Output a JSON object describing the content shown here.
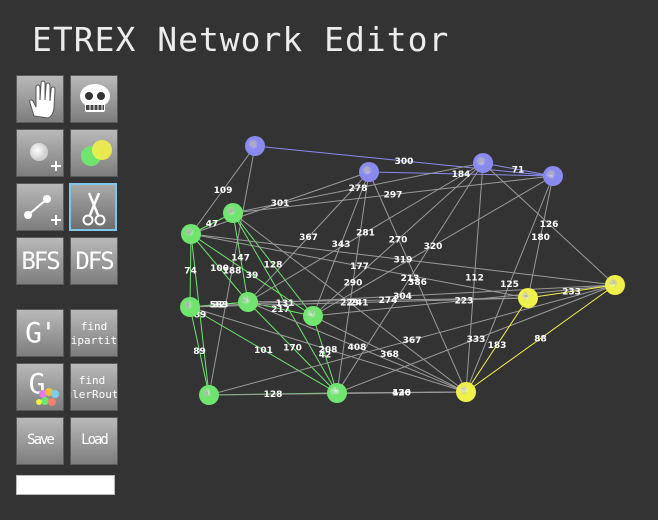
{
  "app": {
    "title": "ETREX Network Editor"
  },
  "toolbar": {
    "hand_tool": {
      "icon": "hand-icon"
    },
    "delete_tool": {
      "icon": "skull-icon"
    },
    "add_node_tool": {
      "icon": "add-node-icon"
    },
    "group_nodes_tool": {
      "icon": "colored-nodes-icon"
    },
    "add_edge_tool": {
      "icon": "add-edge-icon"
    },
    "cut_edge_tool": {
      "icon": "scissors-icon",
      "selected": true
    },
    "bfs_label": "BFS",
    "dfs_label": "DFS",
    "complement_label": "G'",
    "bipartite_label": "find\nBipartite",
    "coloring_label": "G",
    "euler_label": "find\nEulerRoute",
    "save_label": "Save",
    "load_label": "Load"
  },
  "name_input": {
    "value": "",
    "placeholder": ""
  },
  "graph": {
    "colors": {
      "blue": "#8a8aee",
      "green": "#6fe56f",
      "yellow": "#f0f04a",
      "gray_edge": "#9a9a9a"
    },
    "nodes": [
      {
        "id": "b1",
        "group": "blue"
      },
      {
        "id": "b2",
        "group": "blue"
      },
      {
        "id": "b3",
        "group": "blue"
      },
      {
        "id": "b4",
        "group": "blue"
      },
      {
        "id": "g1",
        "group": "green"
      },
      {
        "id": "g2",
        "group": "green"
      },
      {
        "id": "g3",
        "group": "green"
      },
      {
        "id": "g4",
        "group": "green"
      },
      {
        "id": "g5",
        "group": "green"
      },
      {
        "id": "g6",
        "group": "green"
      },
      {
        "id": "g7",
        "group": "green"
      },
      {
        "id": "y1",
        "group": "yellow"
      },
      {
        "id": "y2",
        "group": "yellow"
      },
      {
        "id": "y3",
        "group": "yellow"
      }
    ],
    "edges": [
      {
        "a": "b1",
        "b": "b4",
        "w": "300",
        "c": "blue"
      },
      {
        "a": "b2",
        "b": "b4",
        "w": "184",
        "c": "blue"
      },
      {
        "a": "b3",
        "b": "b4",
        "w": "71",
        "c": "blue"
      },
      {
        "a": "b1",
        "b": "g1",
        "w": "109",
        "c": "gray"
      },
      {
        "a": "b1",
        "b": "g5",
        "w": "188",
        "c": "gray"
      },
      {
        "a": "b2",
        "b": "g1",
        "w": "301",
        "c": "gray"
      },
      {
        "a": "b2",
        "b": "g4",
        "w": "367",
        "c": "gray"
      },
      {
        "a": "b2",
        "b": "y1",
        "w": "386",
        "c": "gray"
      },
      {
        "a": "b3",
        "b": "g3",
        "w": "270",
        "c": "gray"
      },
      {
        "a": "b4",
        "b": "y2",
        "w": "180",
        "c": "gray"
      },
      {
        "a": "b4",
        "b": "y1",
        "w": "125",
        "c": "gray"
      },
      {
        "a": "b3",
        "b": "y3",
        "w": "126",
        "c": "gray"
      },
      {
        "a": "b3",
        "b": "g6",
        "w": "278",
        "c": "gray"
      },
      {
        "a": "g1",
        "b": "y2",
        "w": "177",
        "c": "gray"
      },
      {
        "a": "g1",
        "b": "g6",
        "w": "47",
        "c": "green"
      },
      {
        "a": "g1",
        "b": "g2",
        "w": "74",
        "c": "green"
      },
      {
        "a": "g1",
        "b": "g4",
        "w": "100",
        "c": "green"
      },
      {
        "a": "g1",
        "b": "g5",
        "w": "89",
        "c": "green"
      },
      {
        "a": "g1",
        "b": "g3",
        "w": "39",
        "c": "green"
      },
      {
        "a": "g2",
        "b": "g4",
        "w": "32",
        "c": "green"
      },
      {
        "a": "g2",
        "b": "g5",
        "w": "89",
        "c": "green"
      },
      {
        "a": "g2",
        "b": "g7",
        "w": "101",
        "c": "green"
      },
      {
        "a": "g6",
        "b": "g4",
        "w": "147",
        "c": "green"
      },
      {
        "a": "g6",
        "b": "g7",
        "w": "131",
        "c": "green"
      },
      {
        "a": "g6",
        "b": "g3",
        "w": "128",
        "c": "green"
      },
      {
        "a": "g4",
        "b": "g3",
        "w": "217",
        "c": "green"
      },
      {
        "a": "g4",
        "b": "g7",
        "w": "170",
        "c": "green"
      },
      {
        "a": "g5",
        "b": "g7",
        "w": "128",
        "c": "green"
      },
      {
        "a": "g3",
        "b": "g7",
        "w": "42",
        "c": "green"
      },
      {
        "a": "g4",
        "b": "g2",
        "w": "583",
        "c": "green"
      },
      {
        "a": "g4",
        "b": "b3",
        "w": "281",
        "c": "gray"
      },
      {
        "a": "g4",
        "b": "y2",
        "w": "274",
        "c": "gray"
      },
      {
        "a": "g3",
        "b": "b2",
        "w": "343",
        "c": "gray"
      },
      {
        "a": "g3",
        "b": "y3",
        "w": "223",
        "c": "gray"
      },
      {
        "a": "g2",
        "b": "y1",
        "w": "208",
        "c": "gray"
      },
      {
        "a": "g3",
        "b": "b4",
        "w": "320",
        "c": "gray"
      },
      {
        "a": "g4",
        "b": "y1",
        "w": "408",
        "c": "gray"
      },
      {
        "a": "g7",
        "b": "y1",
        "w": "426",
        "c": "gray"
      },
      {
        "a": "g3",
        "b": "y1",
        "w": "368",
        "c": "gray"
      },
      {
        "a": "g6",
        "b": "y1",
        "w": "223",
        "c": "gray"
      },
      {
        "a": "g2",
        "b": "y2",
        "w": "241",
        "c": "gray"
      },
      {
        "a": "g5",
        "b": "y3",
        "w": "367",
        "c": "gray"
      },
      {
        "a": "g2",
        "b": "y3",
        "w": "304",
        "c": "gray"
      },
      {
        "a": "g1",
        "b": "y3",
        "w": "319",
        "c": "gray"
      },
      {
        "a": "g7",
        "b": "b2",
        "w": "290",
        "c": "gray"
      },
      {
        "a": "g7",
        "b": "y3",
        "w": "333",
        "c": "gray"
      },
      {
        "a": "g5",
        "b": "y1",
        "w": "172",
        "c": "gray"
      },
      {
        "a": "g7",
        "b": "b3",
        "w": "213",
        "c": "gray"
      },
      {
        "a": "g7",
        "b": "y1",
        "w": "130",
        "c": "gray"
      },
      {
        "a": "b3",
        "b": "y1",
        "w": "112",
        "c": "gray"
      },
      {
        "a": "y2",
        "b": "y3",
        "w": "233",
        "c": "yellow"
      },
      {
        "a": "y2",
        "b": "y1",
        "w": "183",
        "c": "yellow"
      },
      {
        "a": "y3",
        "b": "y1",
        "w": "88",
        "c": "yellow"
      },
      {
        "a": "g6",
        "b": "b4",
        "w": "297",
        "c": "gray"
      }
    ]
  }
}
